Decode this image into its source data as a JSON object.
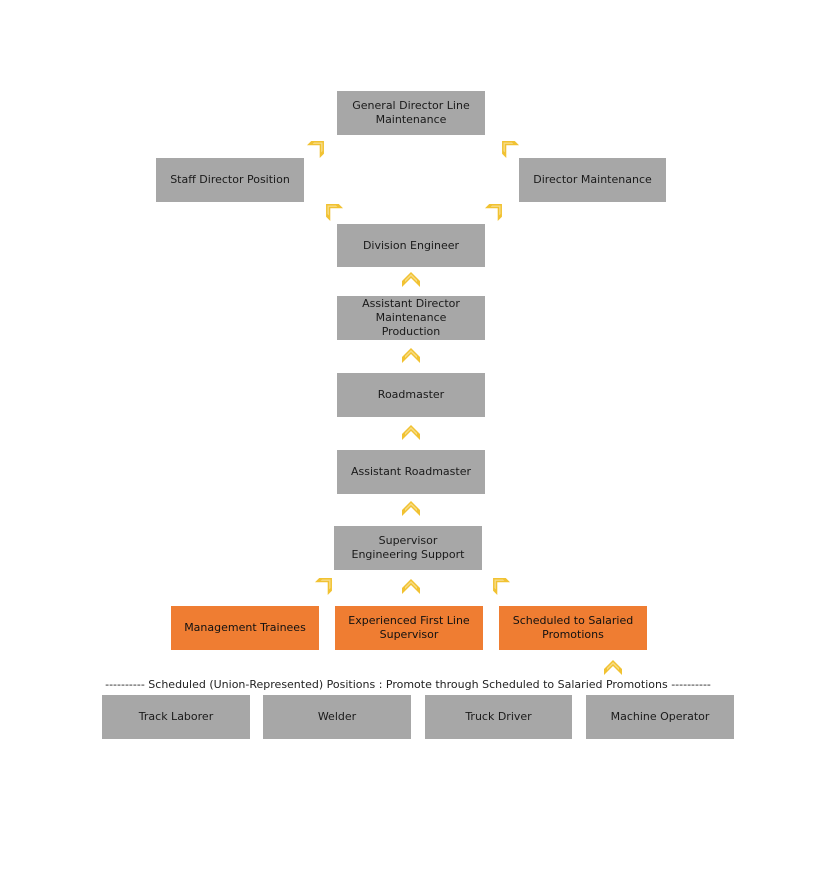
{
  "colors": {
    "box_gray": "#a7a7a7",
    "box_orange": "#ef7d32",
    "arrow_yellow": "#f1c232"
  },
  "nodes": {
    "general_director": "General Director Line Maintenance",
    "staff_director": "Staff Director Position",
    "director_maintenance": "Director Maintenance",
    "division_engineer": "Division Engineer",
    "asst_director": "Assistant Director Maintenance Production",
    "roadmaster": "Roadmaster",
    "asst_roadmaster": "Assistant Roadmaster",
    "supervisor_eng": "Supervisor Engineering Support",
    "mgmt_trainees": "Management Trainees",
    "exp_first_line": "Experienced First Line Supervisor",
    "sched_salaried": "Scheduled to Salaried Promotions",
    "track_laborer": "Track Laborer",
    "welder": "Welder",
    "truck_driver": "Truck Driver",
    "machine_operator": "Machine Operator"
  },
  "divider_text": "---------- Scheduled (Union-Represented) Positions : Promote through Scheduled to Salaried Promotions ----------",
  "arrow_icon": "chevron-up-double-icon"
}
